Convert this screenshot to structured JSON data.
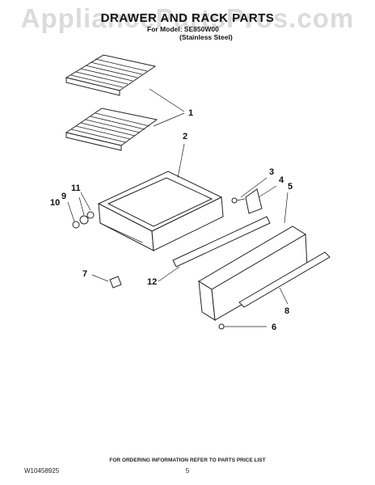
{
  "watermark": "AppliancePartsPros.com",
  "header": {
    "title": "DRAWER AND RACK PARTS",
    "model_line": "For Model: SE850W00",
    "finish_line": "(Stainless Steel)"
  },
  "callouts": [
    "1",
    "2",
    "3",
    "4",
    "5",
    "6",
    "7",
    "8",
    "9",
    "10",
    "11",
    "12"
  ],
  "footer": {
    "note": "FOR ORDERING INFORMATION REFER TO PARTS PRICE LIST",
    "doc_number": "W10458925",
    "page_number": "5"
  }
}
